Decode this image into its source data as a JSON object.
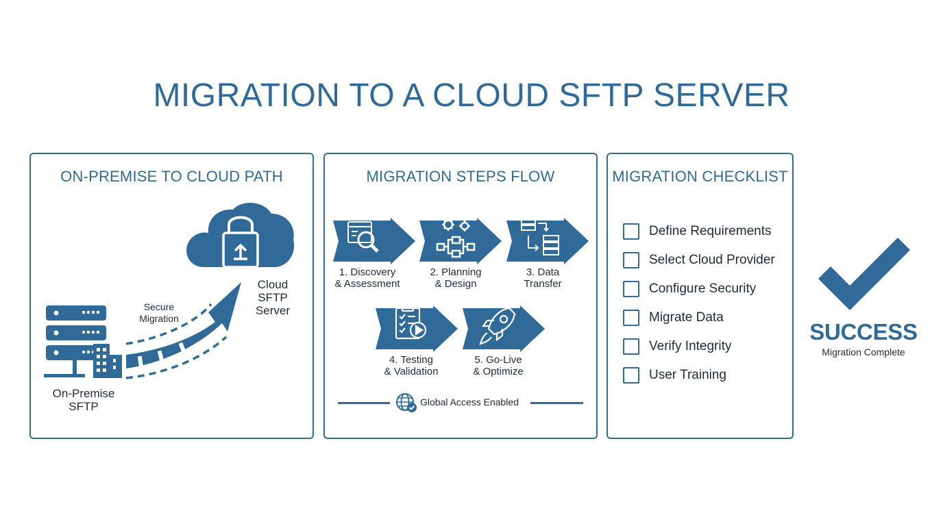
{
  "title": "MIGRATION TO A CLOUD SFTP SERVER",
  "colors": {
    "primary": "#2f6a98",
    "text": "#1e2a36"
  },
  "path_panel": {
    "title": "ON-PREMISE TO CLOUD PATH",
    "cloud_label_1": "Cloud",
    "cloud_label_2": "SFTP Server",
    "secure_label_1": "Secure",
    "secure_label_2": "Migration",
    "onprem_label_1": "On-Premise",
    "onprem_label_2": "SFTP",
    "icons": [
      "cloud-lock-icon",
      "server-rack-icon",
      "building-icon",
      "migration-arrow-icon"
    ]
  },
  "steps_panel": {
    "title": "MIGRATION STEPS FLOW",
    "steps": [
      {
        "line1": "1. Discovery",
        "line2": "& Assessment",
        "icon": "magnifier-icon"
      },
      {
        "line1": "2. Planning",
        "line2": "& Design",
        "icon": "gears-flowchart-icon"
      },
      {
        "line1": "3. Data",
        "line2": "Transfer",
        "icon": "data-transfer-icon"
      },
      {
        "line1": "4. Testing",
        "line2": "& Validation",
        "icon": "clipboard-play-icon"
      },
      {
        "line1": "5. Go-Live",
        "line2": "& Optimize",
        "icon": "rocket-icon"
      }
    ],
    "footer": "Global Access Enabled"
  },
  "checklist_panel": {
    "title": "MIGRATION CHECKLIST",
    "items": [
      "Define Requirements",
      "Select Cloud Provider",
      "Configure Security",
      "Migrate Data",
      "Verify Integrity",
      "User Training"
    ]
  },
  "success": {
    "title": "SUCCESS",
    "subtitle": "Migration Complete"
  }
}
